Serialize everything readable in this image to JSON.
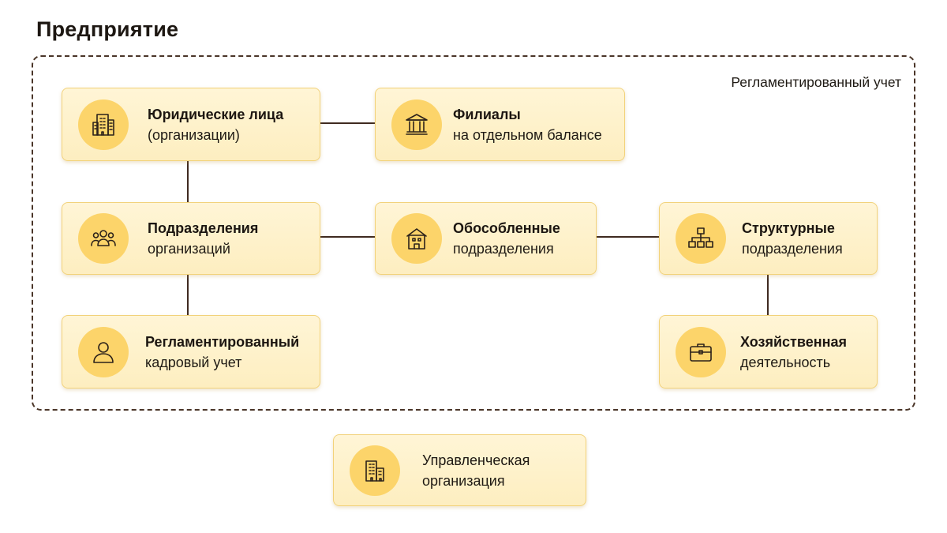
{
  "page": {
    "title": "Предприятие",
    "region_label": "Регламентированный учет"
  },
  "nodes": {
    "legal_entities": {
      "title": "Юридические лица",
      "subtitle": "(организации)",
      "icon": "office-building-icon"
    },
    "branches": {
      "title": "Филиалы",
      "subtitle": "на отдельном балансе",
      "icon": "bank-building-icon"
    },
    "org_divisions": {
      "title": "Подразделения",
      "subtitle": "организаций",
      "icon": "people-group-icon"
    },
    "separate_divisions": {
      "title": "Обособленные",
      "subtitle": "подразделения",
      "icon": "house-building-icon"
    },
    "structural_divisions": {
      "title": "Структурные",
      "subtitle": "подразделения",
      "icon": "hierarchy-icon"
    },
    "hr_accounting": {
      "title": "Регламентированный",
      "subtitle": "кадровый учет",
      "icon": "person-icon"
    },
    "business_activity": {
      "title": "Хозяйственная",
      "subtitle": "деятельность",
      "icon": "briefcase-icon"
    },
    "management_org": {
      "title": "Управленческая",
      "subtitle": "организация",
      "icon": "buildings-icon"
    }
  },
  "colors": {
    "node_fill": "#fdeec0",
    "node_border": "#f2d27a",
    "icon_circle": "#fcd46a",
    "connector": "#3f2a20",
    "region_border": "#4a3528"
  }
}
